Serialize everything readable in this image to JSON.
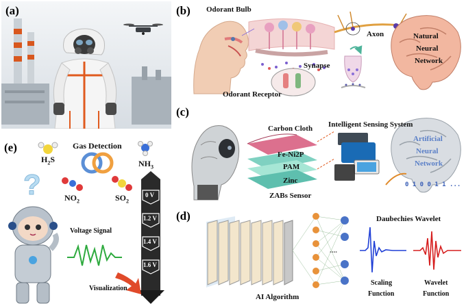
{
  "panels": {
    "a": {
      "label": "(a)"
    },
    "b": {
      "label": "(b)",
      "odorant_bulb": "Odorant  Bulb",
      "axon": "Axon",
      "synapse": "Synapse",
      "odorant_receptor": "Odorant  Receptor",
      "brain_line1": "Natural",
      "brain_line2": "Neural",
      "brain_line3": "Network"
    },
    "c": {
      "label": "(c)",
      "carbon_cloth": "Carbon Cloth",
      "intelligent": "Intelligent Sensing System",
      "fe_ni2p": "Fe-Ni2P",
      "pam": "PAM",
      "zinc": "Zinc",
      "zabs": "ZABs Sensor",
      "brain_line1": "Artificial",
      "brain_line2": "Neural",
      "brain_line3": "Network",
      "binary": "0 1 0 0 1 1 ..."
    },
    "d": {
      "label": "(d)",
      "ai_algorithm": "AI Algorithm",
      "daubechies": "Daubechies Wavelet",
      "scaling_1": "Scaling",
      "scaling_2": "Function",
      "wavelet_1": "Wavelet",
      "wavelet_2": "Function",
      "dots": "...."
    },
    "e": {
      "label": "(e)",
      "gas_detection": "Gas Detection",
      "h2s": "H2S",
      "nh3": "NH3",
      "no2": "NO2",
      "so2": "SO2",
      "voltage_signal": "Voltage Signal",
      "visualization": "Visualization",
      "question": "?",
      "voltages": [
        "0 V",
        "1.2 V",
        "1.4 V",
        "1.6 V"
      ]
    }
  },
  "colors": {
    "accent_orange": "#e05a1e",
    "wavelet_blue": "#1f3fd6",
    "wavelet_red": "#d61f1f",
    "arrow_red": "#e04a2a"
  }
}
